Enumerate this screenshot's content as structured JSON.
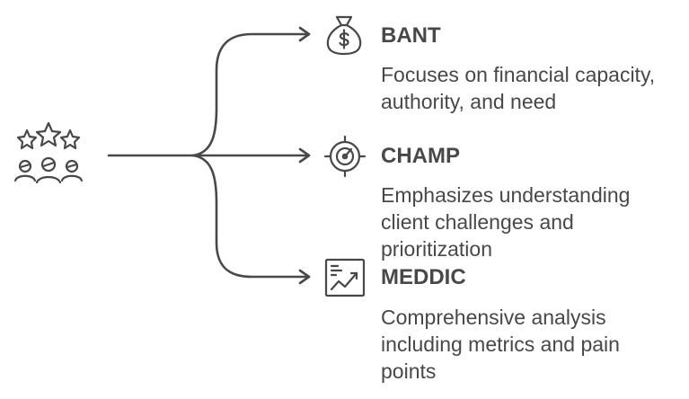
{
  "diagram": {
    "branches": [
      {
        "title": "BANT",
        "description": "Focuses on financial capacity, authority, and need",
        "icon": "money-bag-icon"
      },
      {
        "title": "CHAMP",
        "description": "Emphasizes understanding client challenges and prioritization",
        "icon": "target-icon"
      },
      {
        "title": "MEDDIC",
        "description": "Comprehensive analysis including metrics and pain points",
        "icon": "chart-board-icon"
      }
    ],
    "root_icon": "rated-people-icon",
    "stroke_color": "#484848"
  }
}
